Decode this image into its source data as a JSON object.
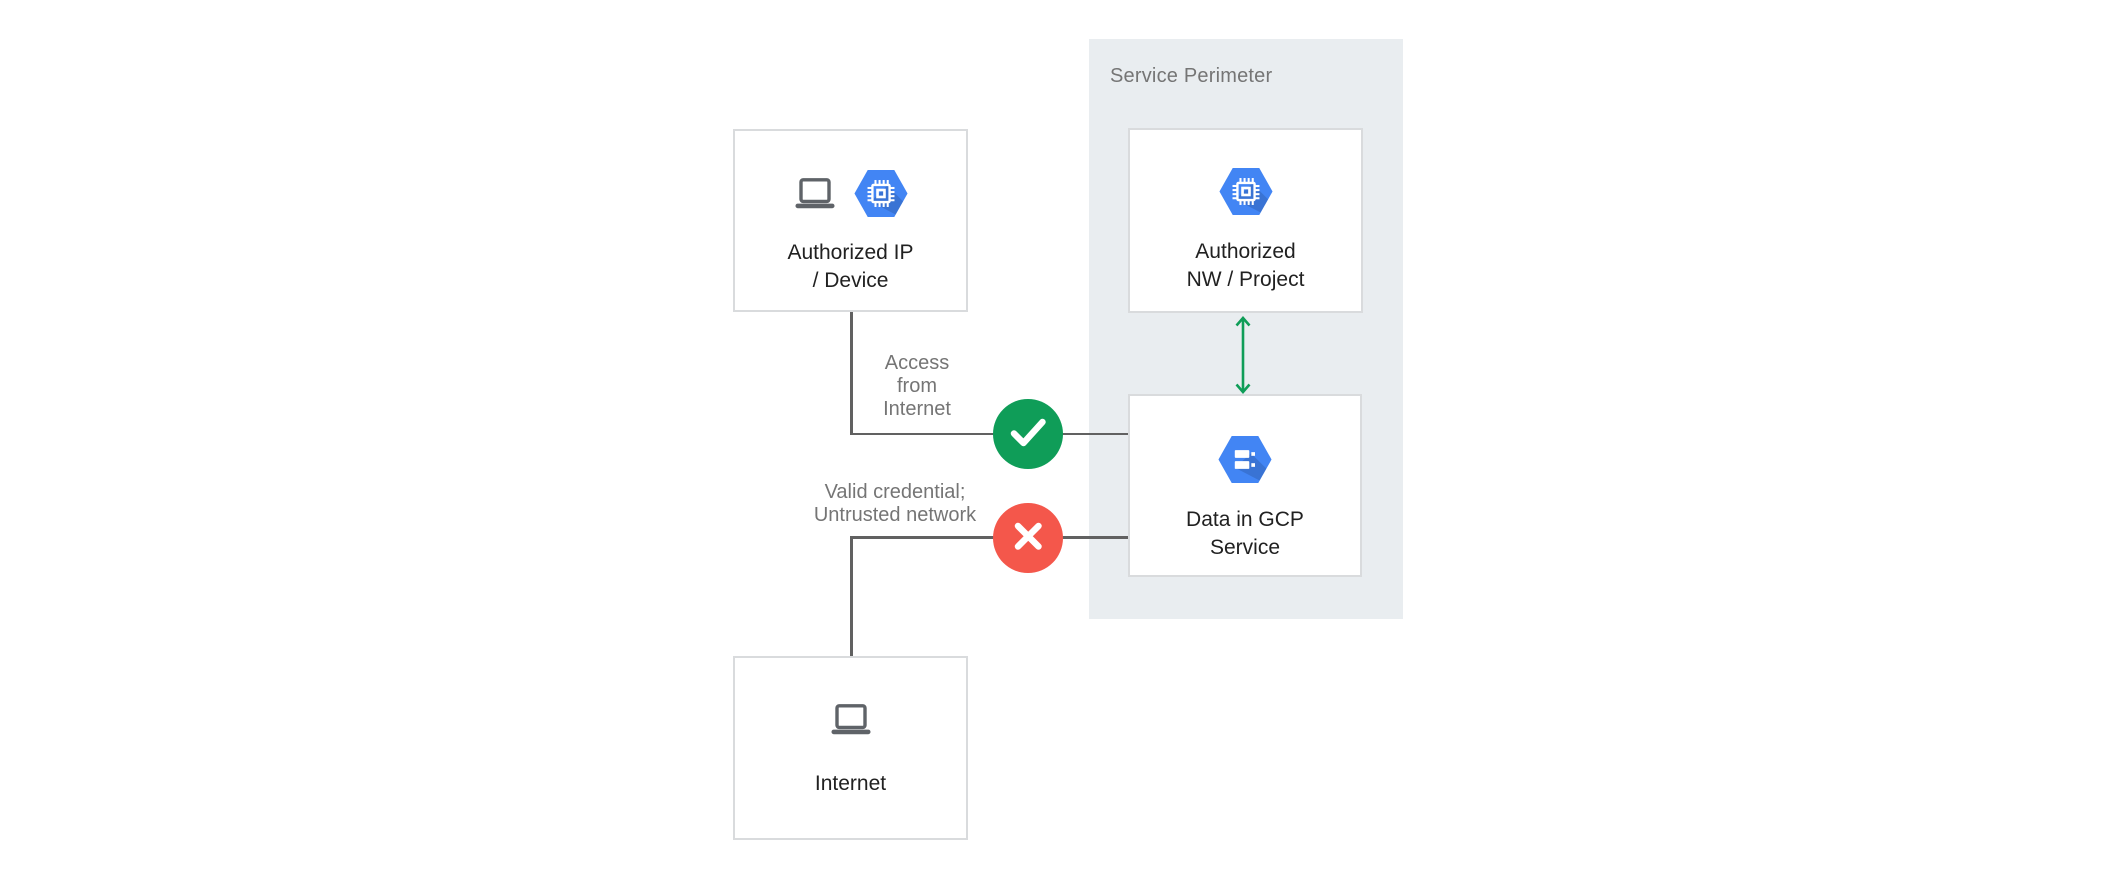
{
  "perimeter": {
    "label": "Service Perimeter"
  },
  "nodes": {
    "authorized_ip": {
      "line1": "Authorized IP",
      "line2": "/ Device"
    },
    "authorized_nw": {
      "line1": "Authorized",
      "line2": "NW / Project"
    },
    "data_gcp": {
      "line1": "Data in GCP",
      "line2": "Service"
    },
    "internet": {
      "label": "Internet"
    }
  },
  "edge_labels": {
    "access": {
      "line1": "Access",
      "line2": "from",
      "line3": "Internet"
    },
    "credential": {
      "line1": "Valid credential;",
      "line2": "Untrusted network"
    }
  },
  "icons": {
    "compute_hexagon": "gcp-compute-hexagon-icon",
    "storage_hexagon": "gcp-storage-hexagon-icon",
    "laptop": "laptop-icon",
    "allowed": "check-icon",
    "denied": "x-icon",
    "bidirectional": "double-arrow-icon"
  },
  "colors": {
    "background": "#ffffff",
    "perimeter_bg": "#e9edf0",
    "node_border": "#d9dbdd",
    "node_text": "#212121",
    "muted_text": "#757575",
    "connector_line": "#616161",
    "gcp_blue": "#4285f4",
    "gcp_blue_shadow": "#2f5fc4",
    "allowed_green": "#0f9d58",
    "denied_red": "#f4574b",
    "icon_gray": "#5f6368"
  }
}
